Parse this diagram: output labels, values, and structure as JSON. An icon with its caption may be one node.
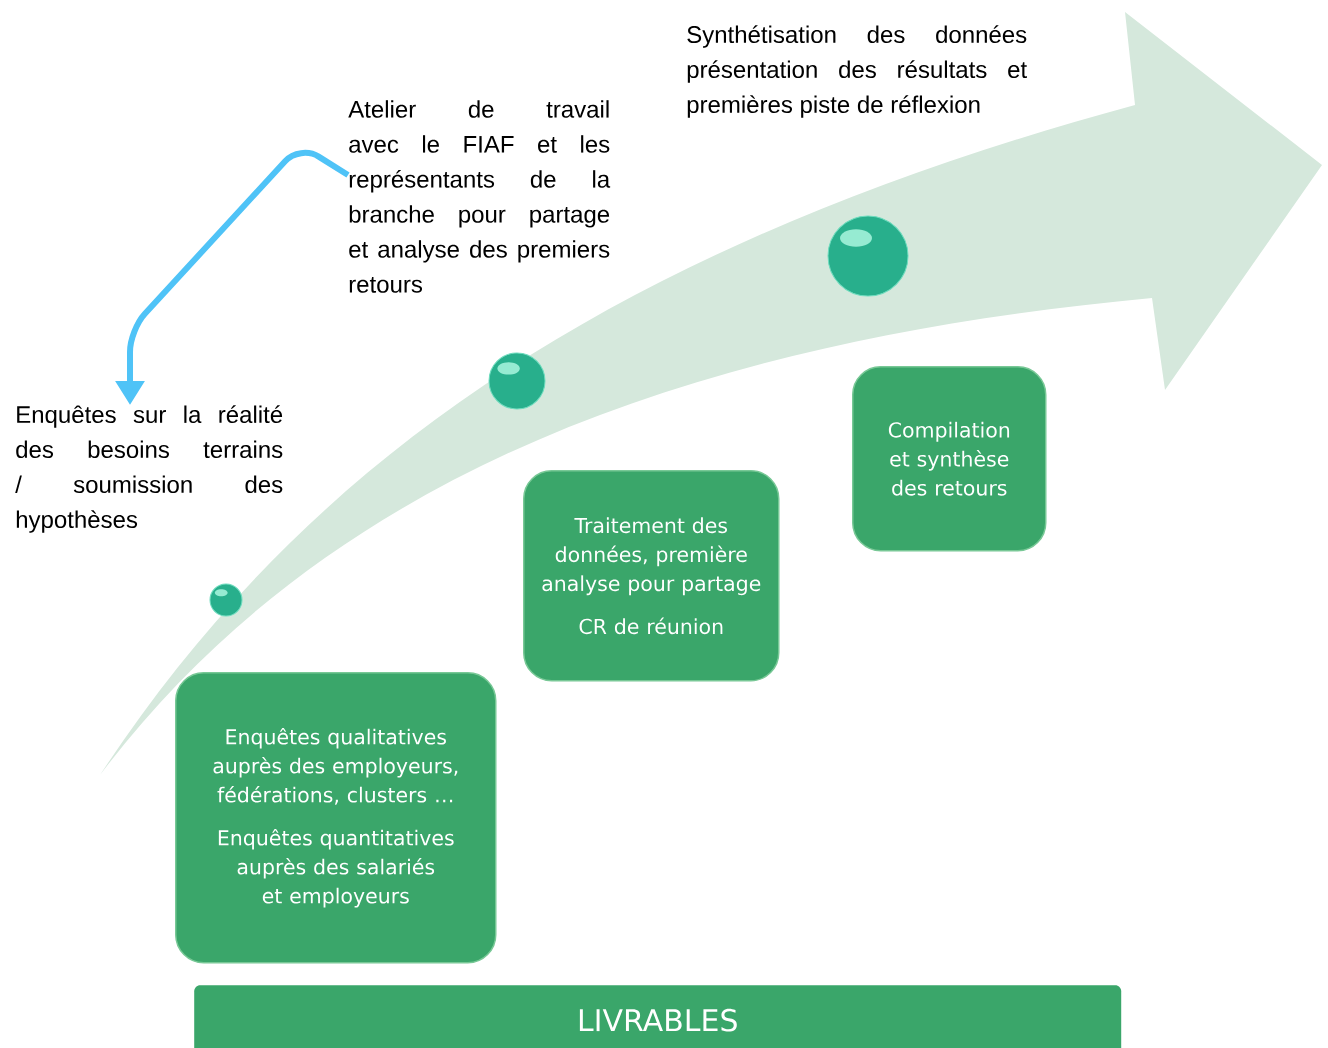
{
  "diagram": {
    "nodes": [
      {
        "text": [
          "Atelier de travail avec le FIAF et les représentants de la branche pour partage et analyse des premiers retours"
        ]
      },
      {
        "text": [
          "Enquêtes sur la réalité des besoins terrains / soumission des hypothèses"
        ]
      },
      {
        "text": [],
        "shape": "circle"
      },
      {
        "text": [],
        "shape": "circle"
      },
      {
        "text": [],
        "shape": "circle"
      },
      {
        "text": [
          "Compilation et synthèse des retours"
        ]
      },
      {
        "text": [
          "Traitement des données, première analyse pour partage",
          "CR de réunion"
        ]
      },
      {
        "text": [
          "Enquêtes qualitatives auprès des employeurs, fédérations, clusters …",
          "Enquêtes quantitatives auprès des salariés et employeurs"
        ]
      },
      {
        "text": [
          "LIVRABLES"
        ]
      }
    ],
    "edges": [
      {
        "from": 0,
        "to": 1,
        "arrow": "to",
        "color": "#4fc3f7"
      }
    ],
    "labels": [
      "Synthétisation des données présentation des résultats et premières piste de réflexion"
    ]
  }
}
